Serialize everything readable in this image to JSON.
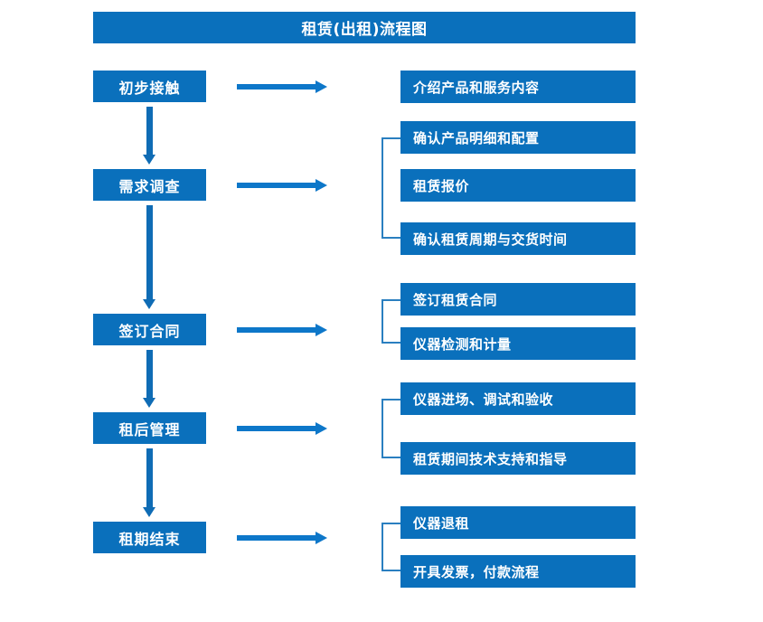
{
  "diagram": {
    "title": "租赁(出租)流程图",
    "type": "flowchart",
    "colors": {
      "box_fill": "#0a70bc",
      "box_text": "#ffffff",
      "arrow_down": "#0f6cb5",
      "arrow_right": "#0d77c9",
      "bracket": "#2a7fc0",
      "background": "#ffffff"
    },
    "stages": [
      {
        "label": "初步接触",
        "details": [
          "介绍产品和服务内容"
        ]
      },
      {
        "label": "需求调查",
        "details": [
          "确认产品明细和配置",
          "租赁报价",
          "确认租赁周期与交货时间"
        ]
      },
      {
        "label": "签订合同",
        "details": [
          "签订租赁合同",
          "仪器检测和计量"
        ]
      },
      {
        "label": "租后管理",
        "details": [
          "仪器进场、调试和验收",
          "租赁期间技术支持和指导"
        ]
      },
      {
        "label": "租期结束",
        "details": [
          "仪器退租",
          "开具发票，付款流程"
        ]
      }
    ],
    "flow_arrows_down": 4,
    "flow_arrows_right": 5
  }
}
